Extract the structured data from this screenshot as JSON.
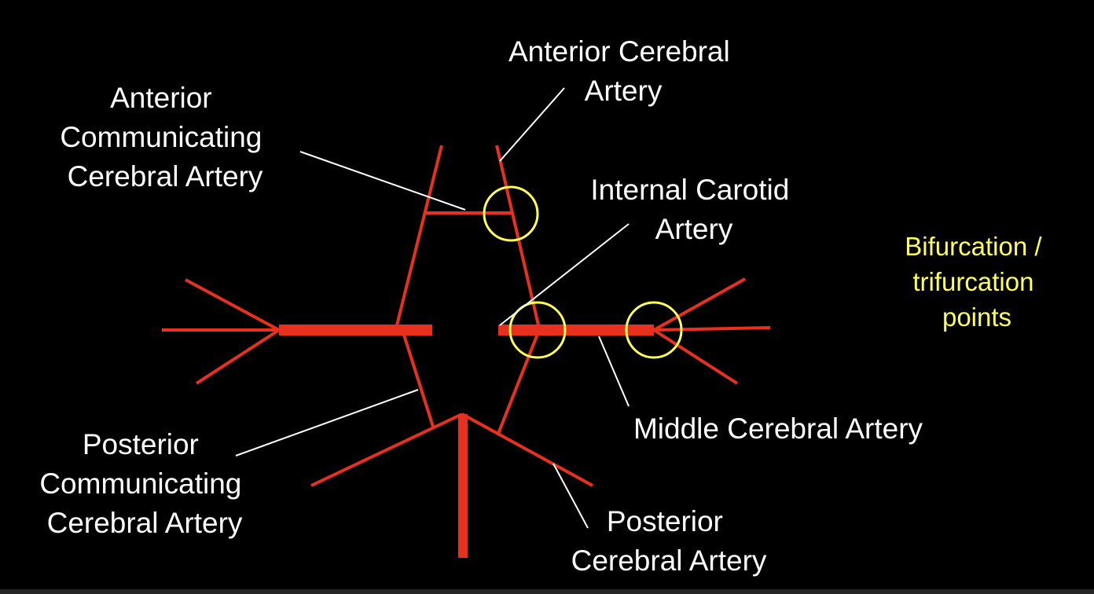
{
  "colors": {
    "background": "#000000",
    "artery": "#e8301e",
    "highlight": "#ffff55",
    "label": "#ffffff"
  },
  "labels": {
    "aca": [
      "Anterior Cerebral",
      "Artery"
    ],
    "acom": [
      "Anterior",
      "Communicating",
      "Cerebral Artery"
    ],
    "ica": [
      "Internal Carotid",
      "Artery"
    ],
    "mca": [
      "Middle Cerebral Artery"
    ],
    "pcom": [
      "Posterior",
      "Communicating",
      "Cerebral Artery"
    ],
    "pca": [
      "Posterior",
      "Cerebral Artery"
    ],
    "bifurcation": [
      "Bifurcation /",
      "trifurcation",
      "points"
    ]
  }
}
